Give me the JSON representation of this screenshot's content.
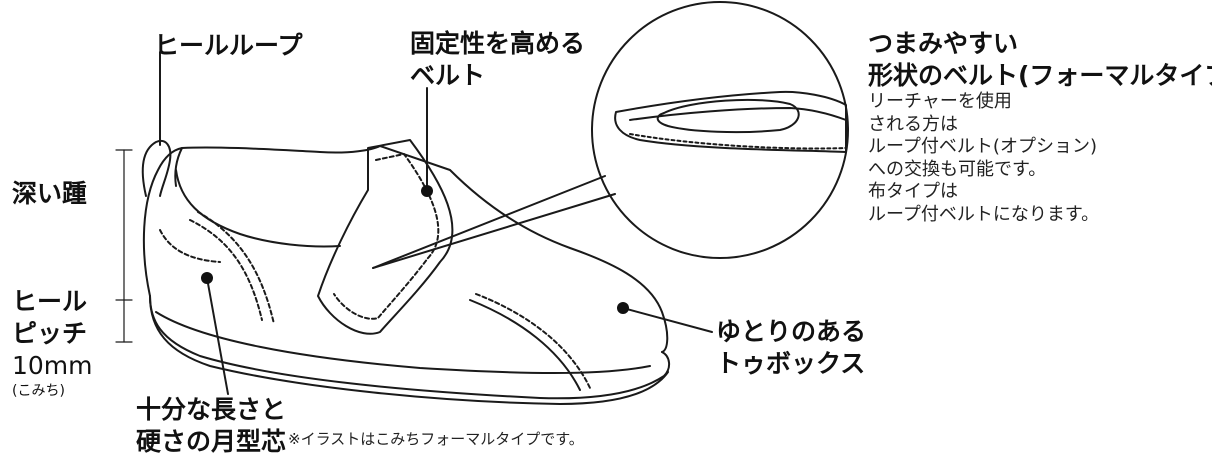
{
  "labels": {
    "heel_loop": "ヒールループ",
    "belt_line1": "固定性を高める",
    "belt_line2": "ベルト",
    "title_line1": "つまみやすい",
    "title_line2": "形状のベルト(フォーマルタイプ)",
    "deep_heel": "深い踵",
    "heel_pitch_line1": "ヒール",
    "heel_pitch_line2": "ピッチ",
    "heel_pitch_value": "10mm",
    "heel_pitch_note": "(こみち)",
    "toebox_line1": "ゆとりのある",
    "toebox_line2": "トゥボックス",
    "counter_line1": "十分な長さと",
    "counter_line2": "硬さの月型芯"
  },
  "description": [
    "リーチャーを使用",
    "される方は",
    "ループ付ベルト(オプション)",
    "への交換も可能です。",
    "布タイプは",
    "ループ付ベルトになります。"
  ],
  "footnote": "※イラストはこみちフォーマルタイプです。",
  "colors": {
    "line": "#1a1a1a",
    "dot": "#111111",
    "background": "#ffffff"
  }
}
